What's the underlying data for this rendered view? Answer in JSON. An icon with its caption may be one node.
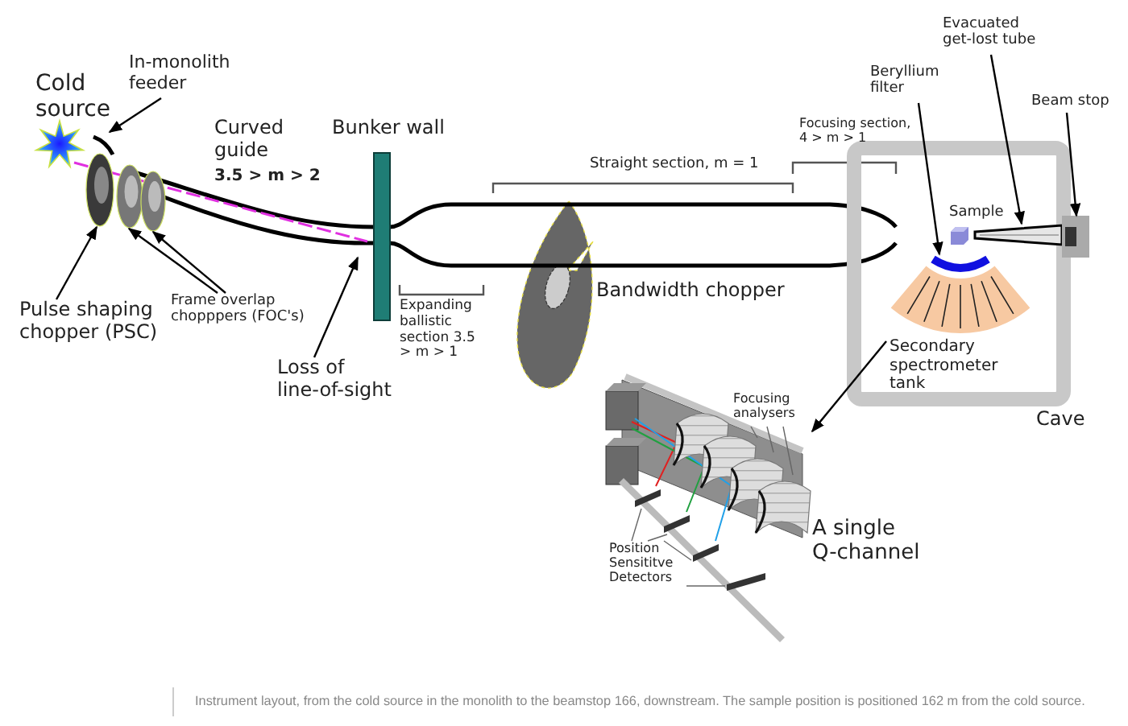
{
  "diagram": {
    "caption": "Instrument layout, from the cold source in the monolith to the beamstop 166, downstream. The sample position is positioned 162 m from the cold source.",
    "nodes": [
      {
        "text": [
          "In-monolith feeder"
        ]
      },
      {
        "text": [],
        "shape": "picture"
      },
      {
        "text": [
          "Pulse shaping chopper (PSC)"
        ]
      },
      {
        "text": [],
        "shape": "picture"
      },
      {
        "text": [
          "Frame overlap chopppers (FOC's)"
        ]
      },
      {
        "text": [],
        "shape": "picture"
      },
      {
        "text": [],
        "shape": "picture"
      },
      {
        "text": [
          "Loss of line-of-sight"
        ]
      },
      {
        "text": [
          "Beryllium filter"
        ]
      },
      {
        "text": [],
        "shape": "picture"
      },
      {
        "text": [
          "Evacuated get-lost tube"
        ]
      },
      {
        "text": [],
        "shape": "picture"
      },
      {
        "text": [
          "Beam stop"
        ]
      },
      {
        "text": [],
        "shape": "picture"
      },
      {
        "text": [
          "Secondary spectrometer tank"
        ]
      },
      {
        "text": [],
        "shape": "picture",
        "beside": [
          "A single Q-channel"
        ]
      },
      {
        "text": [
          "Focusing analysers"
        ]
      },
      {
        "text": [
          "Position Sensititve Detectors"
        ]
      },
      {
        "text": [],
        "shape": "picture",
        "in": 15
      },
      {
        "text": [],
        "shape": "picture",
        "in": 15
      },
      {
        "text": [],
        "shape": "picture",
        "in": 15
      },
      {
        "text": [],
        "shape": "picture",
        "in": 15
      },
      {
        "text": [],
        "shape": "bar"
      },
      {
        "text": [],
        "shape": "bar"
      },
      {
        "text": [],
        "shape": "bar"
      },
      {
        "text": [],
        "shape": "bar"
      }
    ],
    "edges": [
      {
        "from": 0,
        "to": 1,
        "arrow": "to"
      },
      {
        "from": 2,
        "to": 3,
        "arrow": "to"
      },
      {
        "from": 4,
        "to": 5,
        "arrow": "to"
      },
      {
        "from": 4,
        "to": 6,
        "arrow": "to"
      },
      {
        "from": 7,
        "to": null,
        "arrow": "to"
      },
      {
        "from": 8,
        "to": 9,
        "arrow": "to"
      },
      {
        "from": 10,
        "to": 11,
        "arrow": "to"
      },
      {
        "from": 12,
        "to": 13,
        "arrow": "to"
      },
      {
        "from": 14,
        "to": 15,
        "arrow": "to"
      },
      {
        "from": 16,
        "to": 19,
        "arrow": "none",
        "color": "#666666"
      },
      {
        "from": 16,
        "to": 20,
        "arrow": "none",
        "color": "#666666"
      },
      {
        "from": 16,
        "to": 21,
        "arrow": "none",
        "color": "#666666"
      },
      {
        "from": 17,
        "to": 22,
        "arrow": "none",
        "color": "#666666"
      },
      {
        "from": 17,
        "to": 23,
        "arrow": "none",
        "color": "#666666"
      },
      {
        "from": 17,
        "to": 24,
        "arrow": "none",
        "color": "#666666"
      },
      {
        "from": 17,
        "to": 25,
        "arrow": "none",
        "color": "#666666"
      }
    ],
    "labels": [
      "Cold source",
      "Bunker wall",
      "Focusing section, 4 > m > 1",
      "Curved guide",
      "3.5 > m > 2",
      "Straight section, m = 1",
      "Sample",
      "Bandwidth chopper",
      "Expanding ballistic section 3.5 > m > 1",
      "Cave"
    ]
  }
}
